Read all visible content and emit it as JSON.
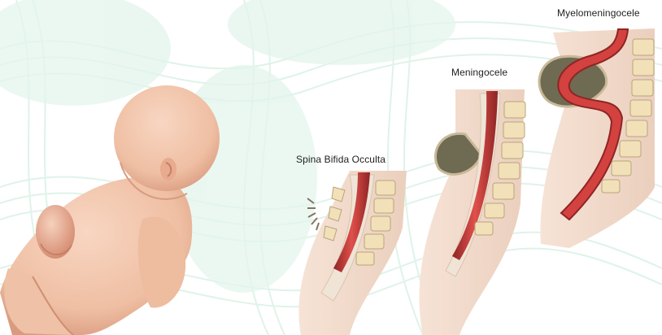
{
  "labels": {
    "occulta": "Spina Bifida Occulta",
    "meningocele": "Meningocele",
    "myelomeningocele": "Myelomeningocele"
  },
  "colors": {
    "background_swirl": "#dff3ea",
    "skin": "#f2c3a8",
    "skin_shadow": "#d99b80",
    "cord_red": "#d3423f",
    "cord_dark": "#8e2525",
    "vertebra": "#f0e2bd",
    "vertebra_outline": "#b9a47a",
    "sac_dark": "#6f6a52",
    "canal": "#eadfd0"
  }
}
